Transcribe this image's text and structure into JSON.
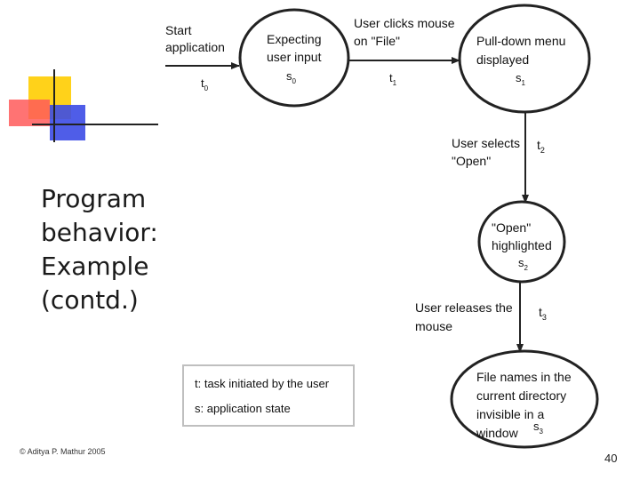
{
  "title_lines": [
    "Program",
    "behavior:",
    "Example",
    "(contd.)"
  ],
  "footer": {
    "copyright": "© Aditya P. Mathur 2005",
    "page_number": "40"
  },
  "diagram": {
    "start_label": [
      "Start",
      "application"
    ],
    "states": [
      {
        "lines": [
          "Expecting",
          "user input"
        ],
        "sub": "s",
        "index": "0"
      },
      {
        "lines": [
          "Pull-down menu",
          "displayed"
        ],
        "sub": "s",
        "index": "1"
      },
      {
        "lines": [
          "\"Open\"",
          "highlighted"
        ],
        "sub": "s",
        "index": "2"
      },
      {
        "lines": [
          "File names in the",
          "current directory",
          "invisible in a",
          "window"
        ],
        "sub": "s",
        "index": "3"
      }
    ],
    "transitions": [
      {
        "label": [],
        "sub": "t",
        "index": "0"
      },
      {
        "label": [
          "User clicks mouse",
          "on \"File\""
        ],
        "sub": "t",
        "index": "1"
      },
      {
        "label": [
          "User selects",
          "\"Open\""
        ],
        "sub": "t",
        "index": "2"
      },
      {
        "label": [
          "User releases the",
          "mouse"
        ],
        "sub": "t",
        "index": "3"
      }
    ]
  },
  "legend": {
    "lines": [
      "t: task initiated by the user",
      "s: application state"
    ]
  },
  "colors": {
    "yellow": "#ffd21a",
    "red": "#ff5a5a",
    "blue": "#3c4be6",
    "line": "#222222"
  }
}
